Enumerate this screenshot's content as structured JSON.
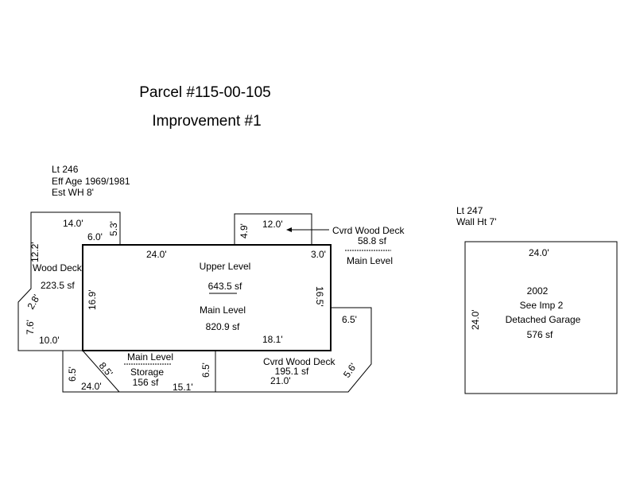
{
  "title": "Parcel #115-00-105",
  "subtitle": "Improvement #1",
  "lot_left": {
    "lot": "Lt 246",
    "eff_age": "Eff Age 1969/1981",
    "wall": "Est WH 8'"
  },
  "lot_right": {
    "lot": "Lt 247",
    "wall": "Wall Ht 7'"
  },
  "main_house": {
    "upper_label": "Upper Level",
    "upper_area": "643.5 sf",
    "main_label": "Main Level",
    "main_area": "820.9 sf",
    "dims": {
      "top": "24.0'",
      "left": "16.9'",
      "right": "16.5'",
      "bottom": "18.1'",
      "top_right": "3.0'"
    }
  },
  "wood_deck": {
    "label": "Wood Deck",
    "area": "223.5 sf",
    "dims": {
      "top": "14.0'",
      "notch_w": "6.0'",
      "notch_h": "5.3'",
      "left": "12.2'",
      "diag": "2.8'",
      "lower_left": "7.6'",
      "bottom": "10.0'"
    }
  },
  "top_deck": {
    "label": "Cvrd Wood Deck",
    "area": "58.8 sf",
    "level": "Main Level",
    "dims": {
      "top": "12.0'",
      "side": "4.9'"
    }
  },
  "storage": {
    "level": "Main Level",
    "label": "Storage",
    "area": "156 sf",
    "dims": {
      "left": "6.5'",
      "diag": "8.5'",
      "bottom": "24.0'",
      "bottom_right": "15.1'",
      "right": "6.5'"
    }
  },
  "right_deck": {
    "label": "Cvrd Wood Deck",
    "area": "195.1 sf",
    "dims": {
      "top": "6.5'",
      "diag": "5.6'",
      "bottom": "21.0'"
    }
  },
  "garage": {
    "year": "2002",
    "ref": "See Imp 2",
    "label": "Detached Garage",
    "area": "576 sf",
    "dims": {
      "top": "24.0'",
      "side": "24.0'"
    }
  }
}
